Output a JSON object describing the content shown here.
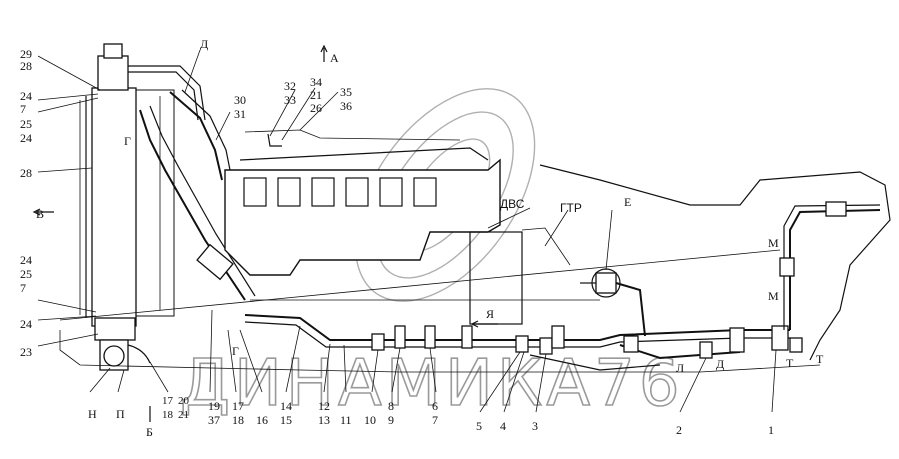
{
  "watermark": "ДИНАМИКА76",
  "labels": {
    "dvs": "ДВС",
    "gtr": "ГТР",
    "letter_a": "А",
    "letter_b": "В",
    "letter_d": "Д",
    "letter_e": "Е",
    "letter_g_top": "Г",
    "letter_g_bottom": "Г",
    "letter_n": "Н",
    "letter_p": "П",
    "letter_ya": "Я",
    "letter_be": "Б",
    "letter_m1": "М",
    "letter_m2": "М",
    "letter_t1": "Т",
    "letter_t2": "Т",
    "letter_l": "Л",
    "letter_dd": "Д",
    "n29": "29",
    "n28a": "28",
    "n24a": "24",
    "n7a": "7",
    "n25a": "25",
    "n24b": "24",
    "n28b": "28",
    "n24c": "24",
    "n25b": "25",
    "n7b": "7",
    "n24d": "24",
    "n23": "23",
    "n32": "32",
    "n33": "33",
    "n34": "34",
    "n21a": "21",
    "n26": "26",
    "n35": "35",
    "n36": "36",
    "n30": "30",
    "n31": "31",
    "n17a": "17",
    "n20": "20",
    "n18a": "18",
    "n21b": "21",
    "n19": "19",
    "n37": "37",
    "n17b": "17",
    "n18b": "18",
    "n16": "16",
    "n14": "14",
    "n15": "15",
    "n12": "12",
    "n13": "13",
    "n11": "11",
    "n10": "10",
    "n8": "8",
    "n9": "9",
    "n6": "6",
    "n7c": "7",
    "n5": "5",
    "n4": "4",
    "n3": "3",
    "n2": "2",
    "n1": "1"
  }
}
